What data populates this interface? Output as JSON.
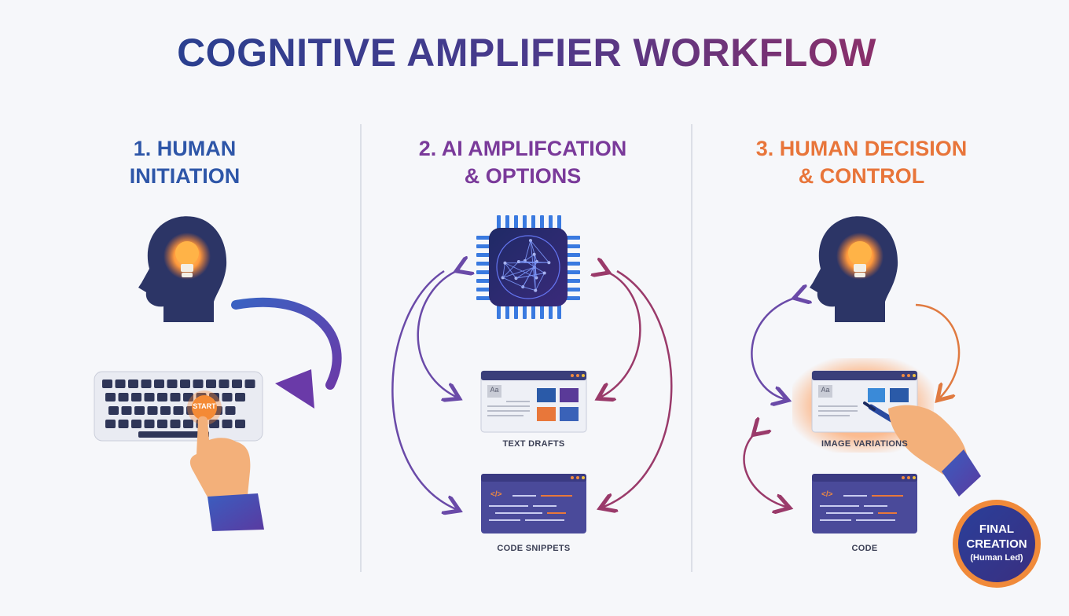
{
  "title": "COGNITIVE AMPLIFIER WORKFLOW",
  "columns": [
    {
      "heading": "1. HUMAN\nINITIATION"
    },
    {
      "heading": "2. AI AMPLIFCATION\n& OPTIONS"
    },
    {
      "heading": "3. HUMAN DECISION\n& CONTROL"
    }
  ],
  "labels": {
    "start_key": "START",
    "text_drafts": "TEXT DRAFTS",
    "code_snippets": "CODE SNIPPETS",
    "image_variations": "IMAGE VARIATIONS",
    "code": "CODE",
    "card_icon_text": "Aa",
    "code_icon_text": "</>"
  },
  "final_badge": {
    "line1": "FINAL",
    "line2": "CREATION",
    "line3": "(Human Led)"
  },
  "colors": {
    "blue": "#2e56a8",
    "purple": "#7a3a9a",
    "orange": "#e8753a",
    "navy": "#2c3566"
  }
}
